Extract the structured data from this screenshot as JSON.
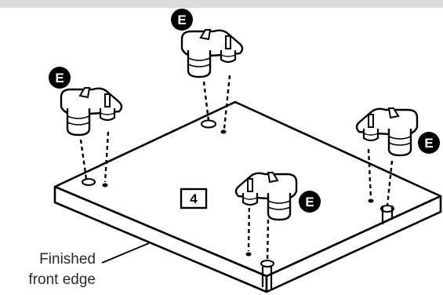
{
  "callout_letter": "E",
  "panel_number": "4",
  "edge_label": {
    "line1": "Finished",
    "line2": "front edge"
  },
  "colors": {
    "ink": "#000000",
    "panel_fill": "#ffffff",
    "top_strip": "#dcdcdc",
    "label_text": "#2a2a2a"
  }
}
